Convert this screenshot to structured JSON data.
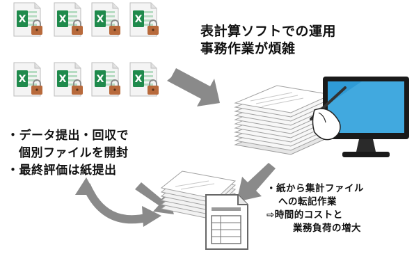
{
  "heading": {
    "line1": "表計算ソフトでの運用",
    "line2": "事務作業が煩雑"
  },
  "left_notes": {
    "line1": "・データ提出・回収で",
    "line2": "個別ファイルを開封",
    "line3": "・最終評価は紙提出"
  },
  "right_notes": {
    "line1": "・紙から集計ファイル",
    "line2": "への転記作業",
    "line3": "⇨時間的コストと",
    "line4": "業務負荷の増大"
  },
  "icons": {
    "spreadsheet_file": "excel-file-icon",
    "padlock": "padlock-icon",
    "paper_stack": "paper-stack-icon",
    "monitor": "monitor-icon",
    "form_document": "form-document-icon"
  },
  "colors": {
    "excel_green": "#1f8a4c",
    "padlock_brown": "#b86a3c",
    "arrow_gray": "#8a8a8a",
    "monitor_black": "#1a1a1a",
    "screen_blue": "#2f9bd6"
  }
}
